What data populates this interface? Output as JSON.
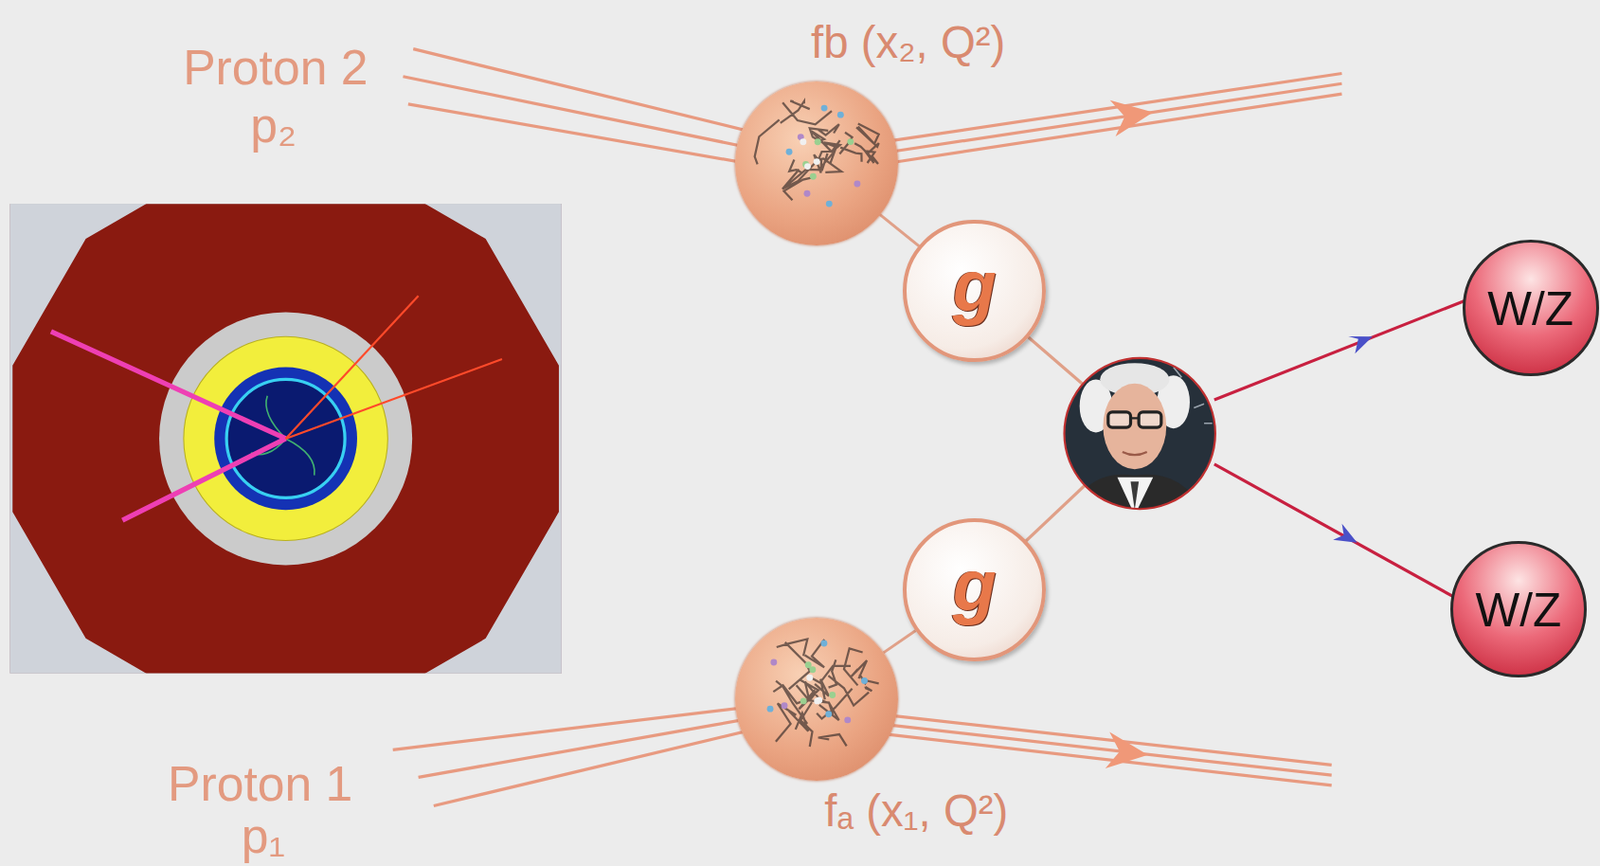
{
  "diagram": {
    "nodes": [
      {
        "text": [
          "fb (x₂, Q²)"
        ]
      },
      {
        "text": [
          "g"
        ]
      },
      {
        "text": [
          "g"
        ]
      },
      {
        "text": [
          "W/Z"
        ]
      },
      {
        "text": [
          "W/Z"
        ]
      },
      {
        "text": [
          "fₐ (x₁, Q²)"
        ]
      }
    ],
    "edges": [
      {
        "from": 0,
        "to": 1,
        "arrow": "none"
      },
      {
        "from": 5,
        "to": 2,
        "arrow": "none"
      }
    ],
    "labels": [
      "Proton 2",
      "p₂",
      "Proton 1",
      "p₁"
    ]
  }
}
